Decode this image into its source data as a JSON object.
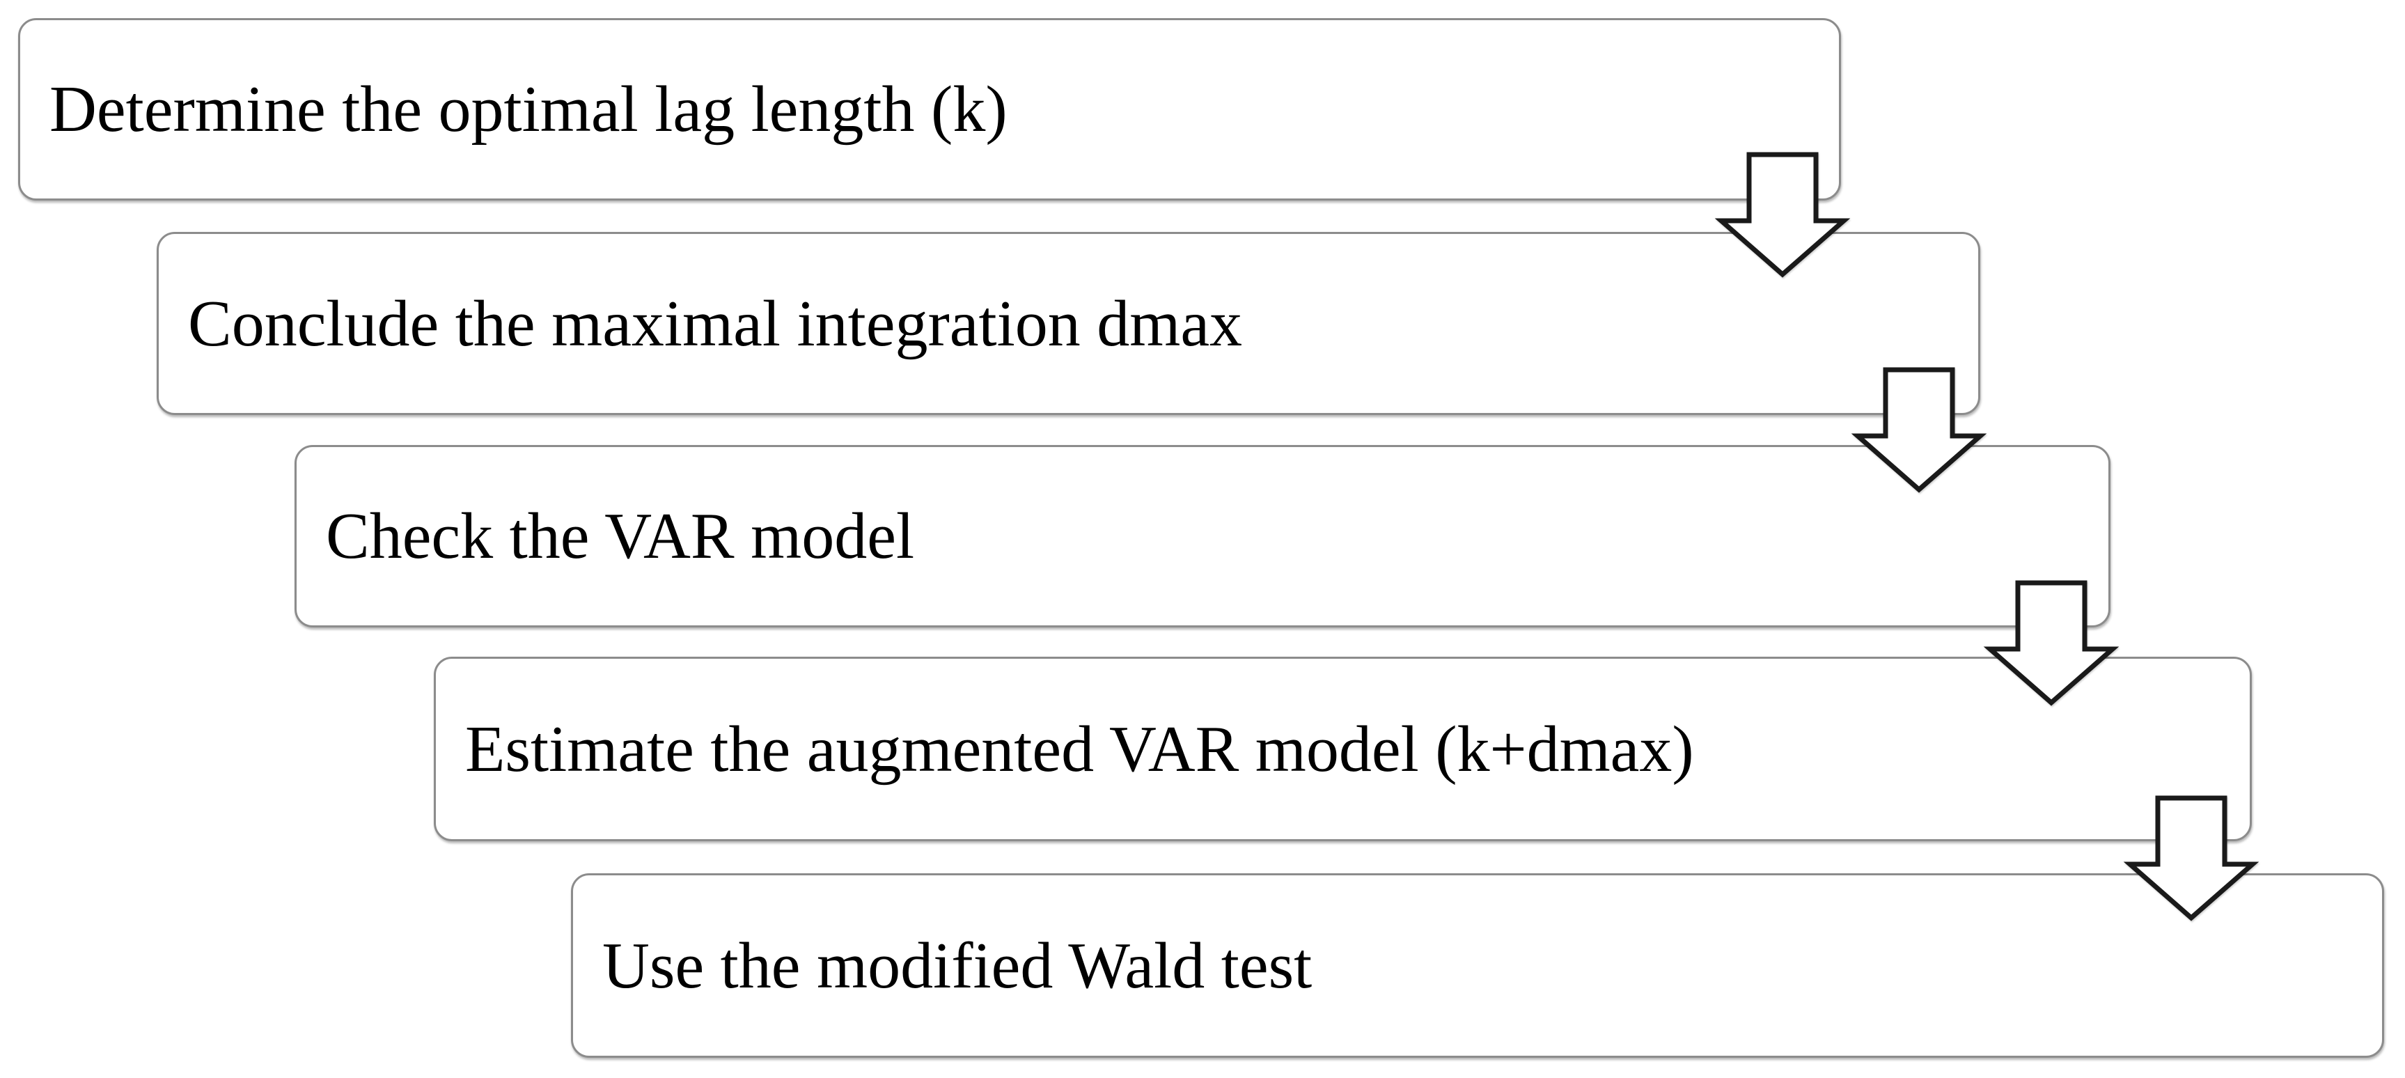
{
  "diagram": {
    "type": "flowchart-cascade",
    "background_color": "#ffffff",
    "box_border_color": "#8c8c8c",
    "box_fill_color": "#ffffff",
    "text_color": "#000000",
    "arrow_outline_color": "#1a1a1a",
    "arrow_fill_color": "#ffffff",
    "arrow_icon": "down-block-arrow",
    "steps": [
      {
        "label": "Determine the optimal lag length (k)"
      },
      {
        "label": "Conclude the maximal integration dmax"
      },
      {
        "label": "Check the VAR model"
      },
      {
        "label": "Estimate the augmented VAR model (k+dmax)"
      },
      {
        "label": "Use the modified Wald test"
      }
    ]
  }
}
